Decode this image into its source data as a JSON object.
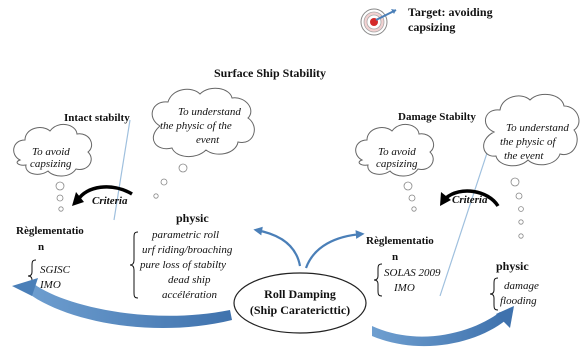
{
  "target": {
    "line1": "Target: avoiding",
    "line2": "capsizing",
    "icon": "target-icon"
  },
  "title": "Surface Ship Stability",
  "intact": {
    "heading": "Intact stabilty",
    "cloud_avoid": [
      "To avoid",
      "capsizing"
    ],
    "cloud_understand": [
      "To understand",
      "the physic of the",
      "event"
    ],
    "criteria": "Criteria",
    "regulation_heading": [
      "Règlementatio",
      "n"
    ],
    "regulation_items": [
      "SGISC",
      "IMO"
    ],
    "physic_heading": "physic",
    "physic_items": [
      "parametric roll",
      "urf riding/broaching",
      "pure loss of stabilty",
      "dead ship",
      "accélération"
    ]
  },
  "damage": {
    "heading": "Damage Stabilty",
    "cloud_avoid": [
      "To avoid",
      "capsizing"
    ],
    "cloud_understand": [
      "To understand",
      "the physic of",
      "the event"
    ],
    "criteria": "Criteria",
    "regulation_heading": [
      "Règlementatio",
      "n"
    ],
    "regulation_items": [
      "SOLAS 2009",
      "IMO"
    ],
    "physic_heading": "physic",
    "physic_items": [
      "damage",
      "flooding"
    ]
  },
  "center": {
    "line1": "Roll Damping",
    "line2": "(Ship Caratericttic)"
  },
  "colors": {
    "arrow_blue": "#4a7fb8",
    "target_red": "#d42a2a",
    "divider": "#9fc0de",
    "outline": "#555555"
  }
}
